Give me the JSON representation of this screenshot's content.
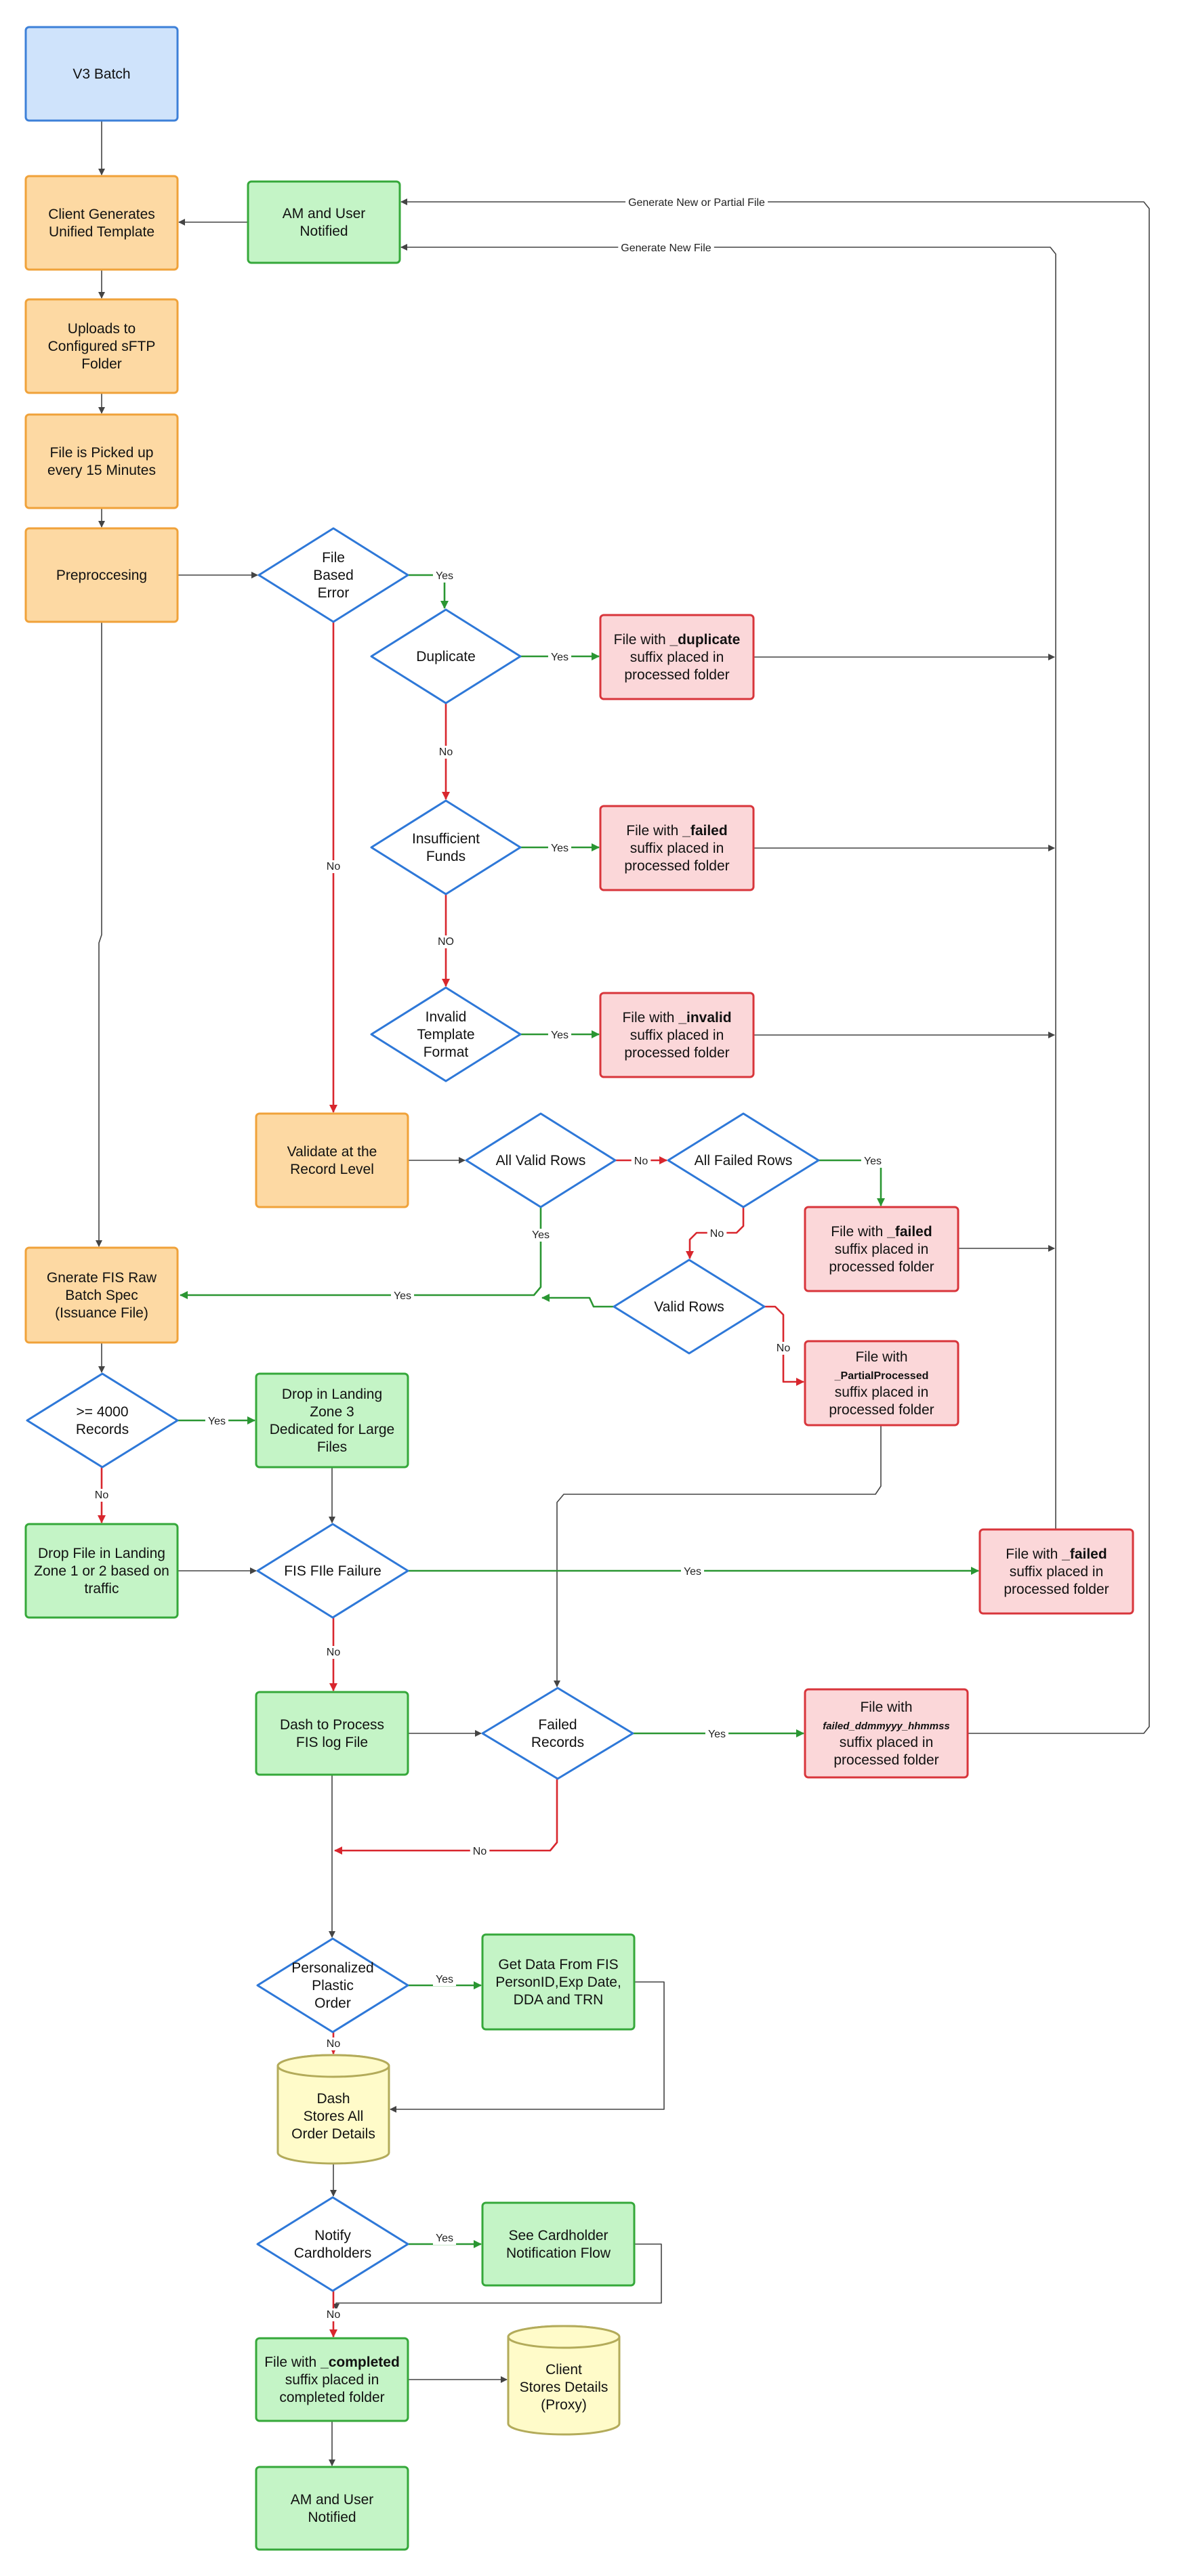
{
  "colors": {
    "blue_fill": "#cfe3fb",
    "blue_stroke": "#3d80d8",
    "orange_fill": "#fdd9a3",
    "orange_stroke": "#f0a23a",
    "green_fill": "#c4f4c6",
    "green_stroke": "#35a83a",
    "red_fill": "#fbd7d9",
    "red_stroke": "#d8353b",
    "yellow_fill": "#fffbc9",
    "yellow_stroke": "#b3ab5a",
    "diamond_stroke": "#2e78d8",
    "arrow_gray": "#444444",
    "arrow_green": "#2a9632",
    "arrow_red": "#d8262d"
  },
  "nodes": {
    "v3_batch": [
      "V3 Batch"
    ],
    "client_generates": [
      "Client Generates",
      "Unified Template"
    ],
    "am_notified_top": [
      "AM and User",
      "Notified"
    ],
    "uploads": [
      "Uploads to",
      "Configured sFTP",
      "Folder"
    ],
    "picked_up": [
      "File is Picked up",
      "every 15 Minutes"
    ],
    "preprocessing": [
      "Preproccesing"
    ],
    "file_based_error": [
      "File",
      "Based",
      "Error"
    ],
    "duplicate": [
      "Duplicate"
    ],
    "dup_file": [
      [
        "File with ",
        "_duplicate"
      ],
      [
        "suffix placed in"
      ],
      [
        "processed folder"
      ]
    ],
    "insufficient": [
      "Insufficient",
      "Funds"
    ],
    "failed_file_1": [
      [
        "File with ",
        "_failed"
      ],
      [
        "suffix placed in"
      ],
      [
        "processed folder"
      ]
    ],
    "invalid_template": [
      "Invalid",
      "Template",
      "Format"
    ],
    "invalid_file": [
      [
        "File with ",
        "_invalid"
      ],
      [
        "suffix placed in"
      ],
      [
        "processed folder"
      ]
    ],
    "validate": [
      "Validate at the",
      "Record Level"
    ],
    "all_valid": [
      "All Valid Rows"
    ],
    "all_failed": [
      "All Failed Rows"
    ],
    "failed_file_2": [
      [
        "File with ",
        "_failed"
      ],
      [
        "suffix placed in"
      ],
      [
        "processed folder"
      ]
    ],
    "generate_fis": [
      "Gnerate FIS Raw",
      "Batch Spec",
      "(Issuance File)"
    ],
    "valid_rows": [
      "Valid Rows"
    ],
    "partial_file": [
      [
        "File with"
      ],
      [
        "",
        "_PartialProcessed"
      ],
      [
        "suffix placed in"
      ],
      [
        "processed folder"
      ]
    ],
    "gte_4000": [
      ">= 4000",
      "Records"
    ],
    "landing3": [
      "Drop in Landing",
      "Zone 3",
      "Dedicated for Large",
      "Files"
    ],
    "landing12": [
      "Drop File in Landing",
      "Zone 1 or 2 based on",
      "traffic"
    ],
    "fis_failure": [
      "FIS FIle Failure"
    ],
    "failed_file_3": [
      [
        "File with ",
        "_failed"
      ],
      [
        "suffix placed in"
      ],
      [
        "processed folder"
      ]
    ],
    "dash_process": [
      "Dash to Process",
      "FIS log File"
    ],
    "failed_records": [
      "Failed",
      "Records"
    ],
    "failed_ts_file": [
      [
        "File with"
      ],
      [
        "",
        "failed_ddmmyyy_hhmmss"
      ],
      [
        "suffix placed in"
      ],
      [
        "processed folder"
      ]
    ],
    "personalized": [
      "Personalized",
      "Plastic",
      "Order"
    ],
    "get_data": [
      "Get Data From FIS",
      "PersonID,Exp Date,",
      "DDA and TRN"
    ],
    "dash_stores": [
      "Dash",
      "Stores All",
      "Order Details"
    ],
    "notify": [
      "Notify",
      "Cardholders"
    ],
    "see_flow": [
      "See Cardholder",
      "Notification Flow"
    ],
    "completed_file": [
      [
        "File with ",
        "_completed"
      ],
      [
        "suffix placed in"
      ],
      [
        "completed folder"
      ]
    ],
    "client_stores": [
      "Client",
      "Stores Details",
      "(Proxy)"
    ],
    "am_notified_bottom": [
      "AM and User",
      "Notified"
    ]
  },
  "edge_labels": {
    "generate_new_or_partial": "Generate New or Partial File",
    "generate_new": "Generate New File",
    "yes": "Yes",
    "no": "No",
    "no_caps": "NO"
  }
}
